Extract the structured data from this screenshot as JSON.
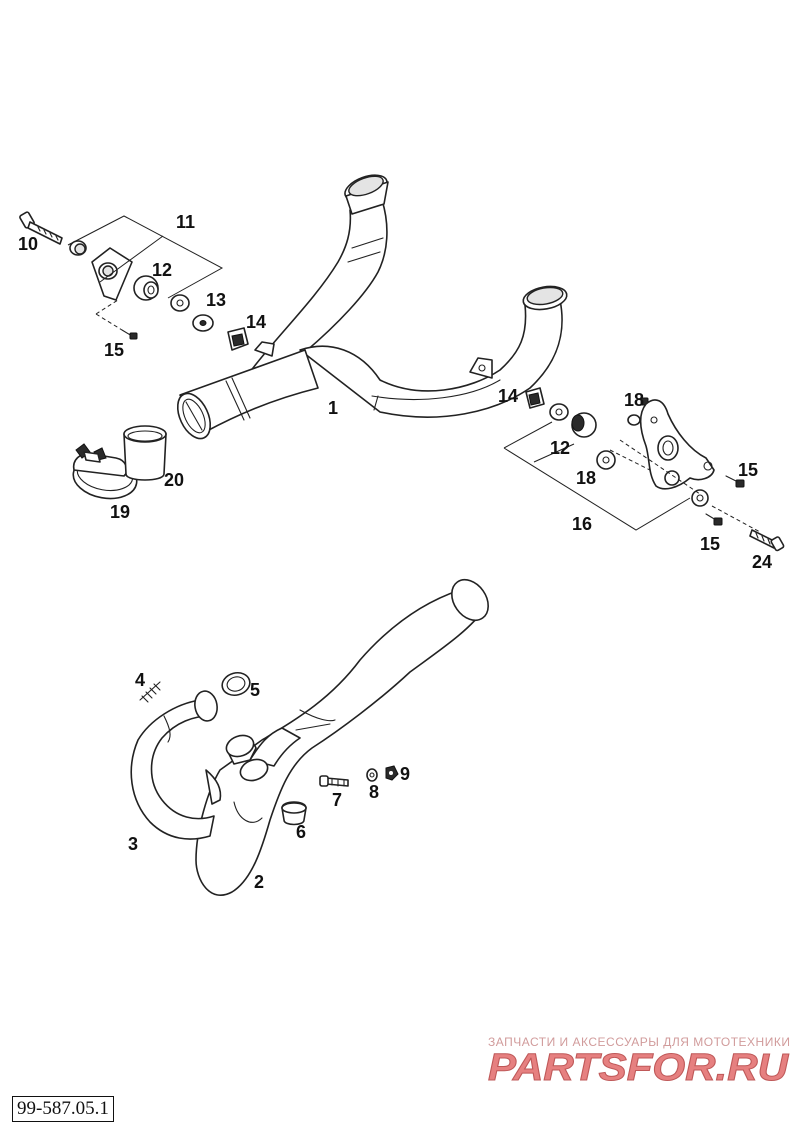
{
  "callouts": {
    "c1": "1",
    "c2": "2",
    "c3": "3",
    "c4": "4",
    "c5": "5",
    "c6": "6",
    "c7": "7",
    "c8": "8",
    "c9": "9",
    "c10": "10",
    "c11": "11",
    "c12a": "12",
    "c12b": "12",
    "c13": "13",
    "c14a": "14",
    "c14b": "14",
    "c15a": "15",
    "c15b": "15",
    "c15c": "15",
    "c16": "16",
    "c18a": "18",
    "c18b": "18",
    "c19": "19",
    "c20": "20",
    "c24": "24"
  },
  "watermark": {
    "tagline": "ЗАПЧАСТИ И АКСЕССУАРЫ ДЛЯ МОТОТЕХНИКИ",
    "logo": "PARTSFOR.RU"
  },
  "document_number": "99-587.05.1"
}
